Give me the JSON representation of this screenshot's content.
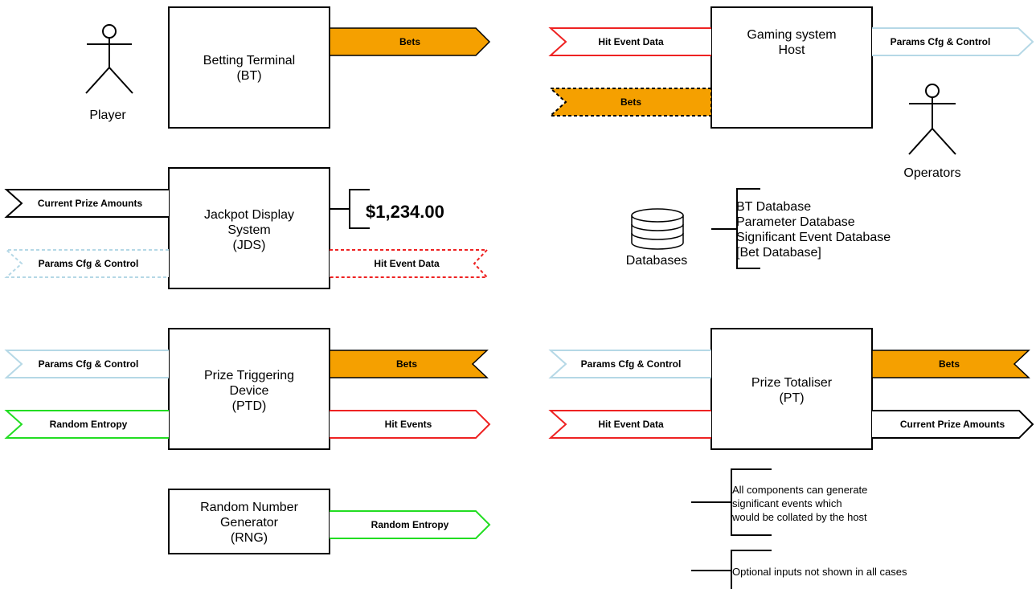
{
  "components": {
    "bt": {
      "line1": "Betting Terminal",
      "line2": "(BT)"
    },
    "host": {
      "line1": "Gaming system",
      "line2": "Host"
    },
    "jds": {
      "line1": "Jackpot Display",
      "line2": "System",
      "line3": "(JDS)"
    },
    "ptd": {
      "line1": "Prize Triggering",
      "line2": "Device",
      "line3": "(PTD)"
    },
    "pt": {
      "line1": "Prize Totaliser",
      "line2": "(PT)"
    },
    "rng": {
      "line1": "Random Number",
      "line2": "Generator",
      "line3": "(RNG)"
    }
  },
  "actors": {
    "player": "Player",
    "operators": "Operators"
  },
  "jackpot_value": "$1,234.00",
  "databases": {
    "label": "Databases",
    "items": [
      "BT Database",
      "Parameter Database",
      "Significant Event Database",
      "[Bet Database]"
    ]
  },
  "flows": {
    "bt_bets": "Bets",
    "host_hit_event_data": "Hit Event Data",
    "host_bets": "Bets",
    "host_params": "Params Cfg & Control",
    "jds_current_prize": "Current Prize Amounts",
    "jds_params": "Params Cfg & Control",
    "jds_hit_event_data": "Hit Event Data",
    "ptd_params": "Params Cfg & Control",
    "ptd_random_entropy": "Random Entropy",
    "ptd_bets": "Bets",
    "ptd_hit_events": "Hit Events",
    "pt_params": "Params Cfg & Control",
    "pt_hit_event_data": "Hit Event Data",
    "pt_bets": "Bets",
    "pt_current_prize": "Current Prize Amounts",
    "rng_random_entropy": "Random Entropy"
  },
  "notes": {
    "significant": [
      "All components can generate",
      "significant events which",
      "would be collated by the host"
    ],
    "optional": "Optional inputs not shown in all cases"
  },
  "colors": {
    "bets_fill": "#f5a000",
    "params_stroke": "#b5d8e6",
    "hit_stroke": "#ee2222",
    "entropy_stroke": "#22dd22",
    "prize_stroke": "#000000"
  }
}
